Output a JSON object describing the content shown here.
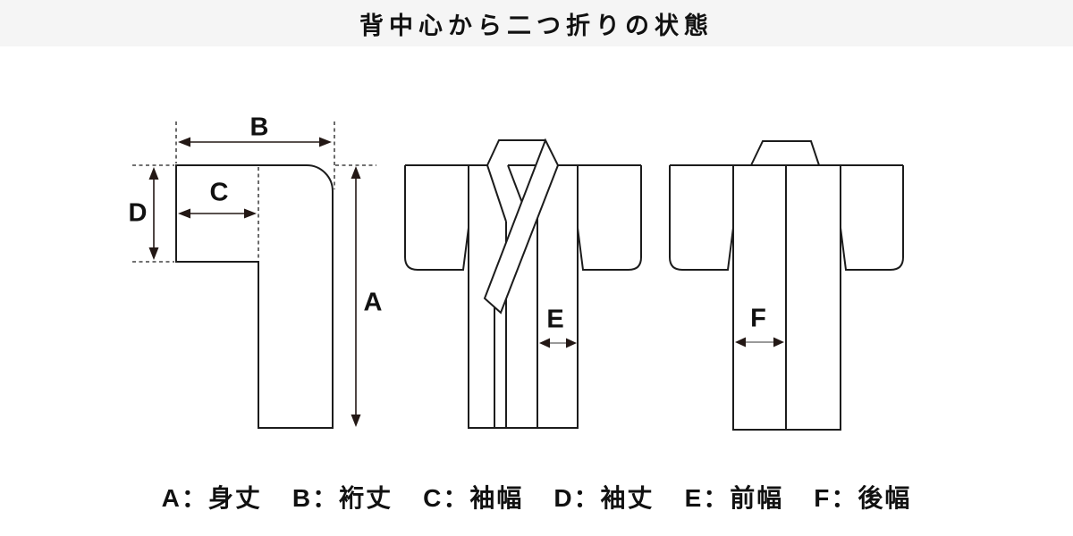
{
  "title": "背中心から二つ折りの状態",
  "labels": {
    "A": "A",
    "B": "B",
    "C": "C",
    "D": "D",
    "E": "E",
    "F": "F"
  },
  "legend": {
    "items": [
      "A：身丈",
      "B：裄丈",
      "C：袖幅",
      "D：袖丈",
      "E：前幅",
      "F：後幅"
    ]
  },
  "colors": {
    "bg": "#ffffff",
    "header_bg": "#f5f5f5",
    "line": "#1c1c1c",
    "arrow": "#231815",
    "shaft_gray": "#8c8c8c",
    "text": "#111111"
  }
}
